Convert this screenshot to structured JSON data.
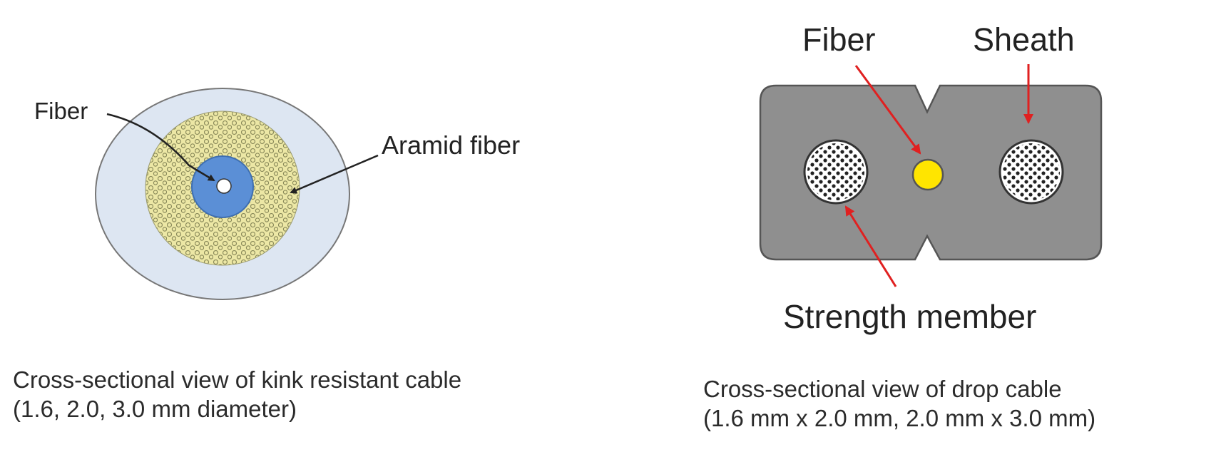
{
  "kink_cable": {
    "labels": {
      "fiber": "Fiber",
      "aramid": "Aramid fiber"
    },
    "caption": {
      "line1": "Cross-sectional view of kink resistant cable",
      "line2": "(1.6, 2.0, 3.0 mm diameter)"
    },
    "colors": {
      "outer_jacket": "#dde6f2",
      "aramid_layer": "#ece7a5",
      "buffer": "#5b8fd6",
      "core": "#ffffff",
      "outline": "#777777"
    }
  },
  "drop_cable": {
    "labels": {
      "fiber": "Fiber",
      "sheath": "Sheath",
      "strength_member": "Strength member"
    },
    "caption": {
      "line1": "Cross-sectional view of drop cable",
      "line2": "(1.6 mm x 2.0 mm, 2.0 mm x 3.0 mm)"
    },
    "colors": {
      "sheath": "#8f8f8f",
      "fiber": "#ffe500",
      "strength_member": "#ffffff",
      "arrow": "#e02020"
    }
  }
}
